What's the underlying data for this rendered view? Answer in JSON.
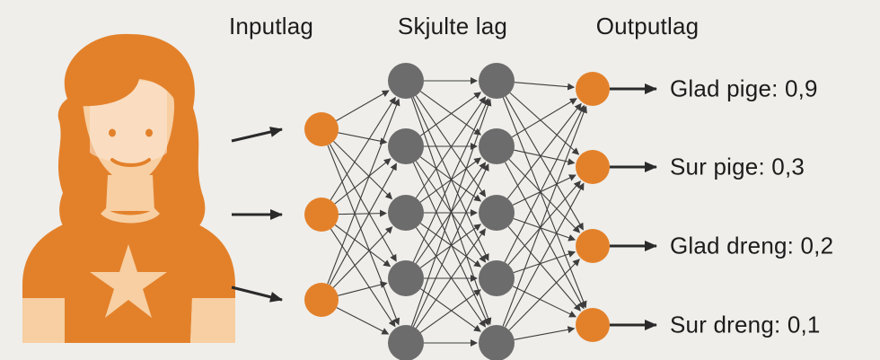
{
  "layers": [
    {
      "title": "Inputlag"
    },
    {
      "title": "Skjulte lag"
    },
    {
      "title": "Outputlag"
    }
  ],
  "outputs": [
    {
      "label": "Glad pige: 0,9"
    },
    {
      "label": "Sur pige: 0,3"
    },
    {
      "label": "Glad dreng: 0,2"
    },
    {
      "label": "Sur dreng: 0,1"
    }
  ],
  "colors": {
    "background": "#efeeea",
    "input_node": "#e3812b",
    "hidden_node": "#6c6c6c",
    "output_node": "#e3812b",
    "edge": "#3d3d3d",
    "person_main": "#e3812b",
    "person_skin": "#f7cfa2",
    "person_face_light": "#fbe6d3",
    "text": "#1c1c1c"
  }
}
